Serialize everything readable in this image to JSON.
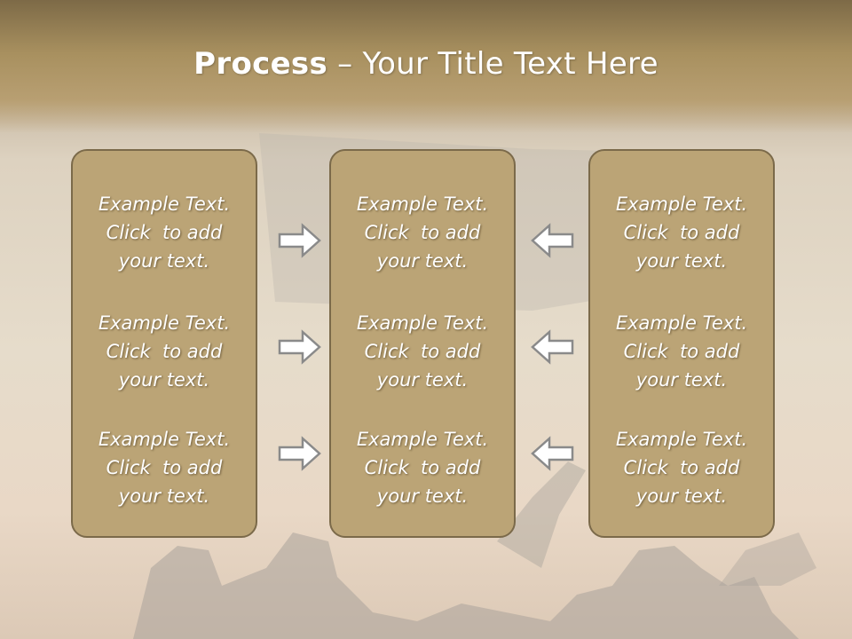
{
  "slide": {
    "title_bold": "Process",
    "title_rest": " – Your Title Text Here"
  },
  "columns": [
    {
      "items": [
        "Example Text.\nClick  to add\nyour text.",
        "Example Text.\nClick  to add\nyour text.",
        "Example Text.\nClick  to add\nyour text."
      ]
    },
    {
      "items": [
        "Example Text.\nClick  to add\nyour text.",
        "Example Text.\nClick  to add\nyour text.",
        "Example Text.\nClick  to add\nyour text."
      ]
    },
    {
      "items": [
        "Example Text.\nClick  to add\nyour text.",
        "Example Text.\nClick  to add\nyour text.",
        "Example Text.\nClick  to add\nyour text."
      ]
    }
  ],
  "arrows": {
    "left_group": "right-arrow-icon",
    "right_group": "left-arrow-icon"
  },
  "colors": {
    "panel_fill": "#bba476",
    "panel_border": "#7b6a4a",
    "title_band": "#8f7a52",
    "arrow_fill": "#ffffff",
    "arrow_stroke": "#8a8a8a"
  }
}
